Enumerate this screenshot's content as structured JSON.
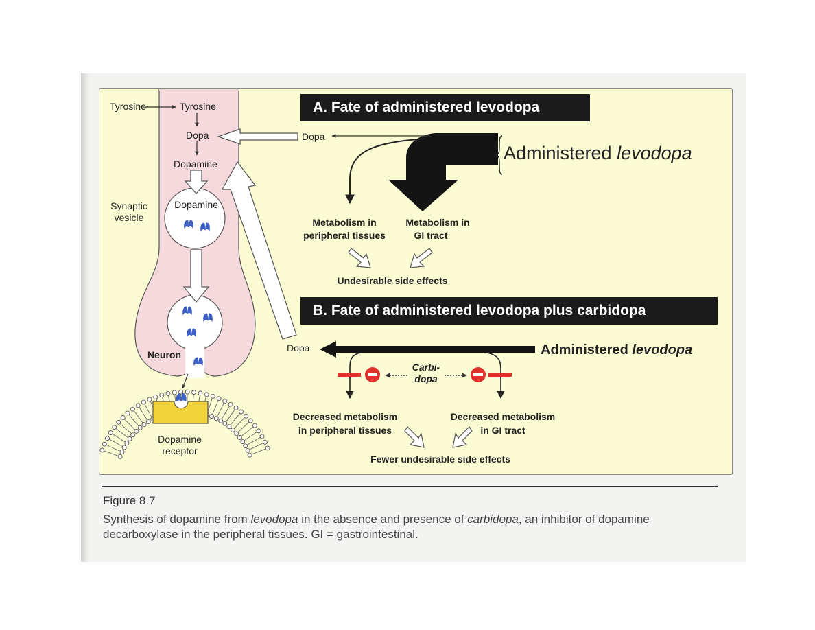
{
  "figure": {
    "label": "Figure 8.7",
    "caption_parts": [
      "Synthesis of dopamine from ",
      "levodopa",
      " in the absence and presence of ",
      "carbidopa",
      ", an inhibitor of dopamine decarboxylase in the peripheral tissues. GI = gastrointestinal."
    ]
  },
  "neuron": {
    "tyrosine_outside": "Tyrosine",
    "tyrosine_inside": "Tyrosine",
    "dopa": "Dopa",
    "dopamine": "Dopamine",
    "vesicle_label_1": "Synaptic",
    "vesicle_label_2": "vesicle",
    "vesicle_content": "Dopamine",
    "neuron_label": "Neuron",
    "receptor_label_1": "Dopamine",
    "receptor_label_2": "receptor"
  },
  "section_a": {
    "title": "A. Fate of administered levodopa",
    "dopa": "Dopa",
    "administered_prefix": "Administered ",
    "administered_drug": "levodopa",
    "metab_peripheral_1": "Metabolism in",
    "metab_peripheral_2": "peripheral tissues",
    "metab_gi_1": "Metabolism in",
    "metab_gi_2": "GI tract",
    "side_effects": "Undesirable side effects"
  },
  "section_b": {
    "title": "B. Fate of administered levodopa plus carbidopa",
    "dopa": "Dopa",
    "administered_prefix": "Administered ",
    "administered_drug": "levodopa",
    "carbidopa_1": "Carbi-",
    "carbidopa_2": "dopa",
    "decreased_peripheral_1": "Decreased metabolism",
    "decreased_peripheral_2": "in peripheral tissues",
    "decreased_gi_1": "Decreased metabolism",
    "decreased_gi_2": "in GI tract",
    "side_effects": "Fewer undesirable side effects"
  },
  "colors": {
    "figure_background": "#fbfbd4",
    "neuron_fill": "#f5d9dc",
    "receptor_fill": "#f0d43a",
    "dopamine_molecule": "#3d5fc4",
    "inhibitor_red": "#e0322a",
    "title_bar": "#1b1b1b"
  }
}
